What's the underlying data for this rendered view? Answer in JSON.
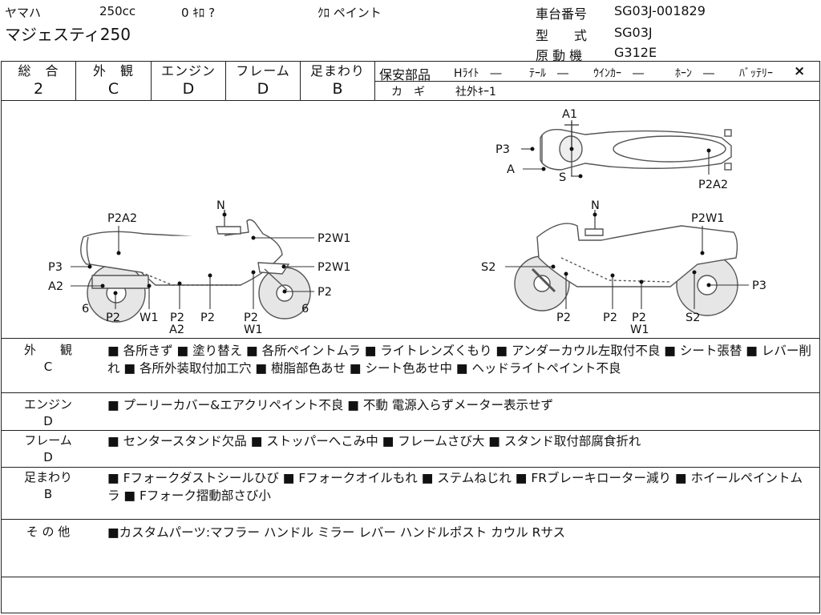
{
  "header": {
    "maker": "ヤマハ",
    "cc": "250cc",
    "mileage": "0 ｷﾛ ?",
    "color": "ｸﾛ ペイント",
    "model": "マジェスティ250",
    "chassis_label": "車台番号",
    "chassis_value": "SG03J-001829",
    "type_label": "型　　式",
    "type_value": "SG03J",
    "engine_label": "原 動 機",
    "engine_value": "G312E"
  },
  "grades": [
    {
      "label": "総　合",
      "value": "2"
    },
    {
      "label": "外　観",
      "value": "C"
    },
    {
      "label": "エンジン",
      "value": "D"
    },
    {
      "label": "フレーム",
      "value": "D"
    },
    {
      "label": "足まわり",
      "value": "B"
    }
  ],
  "safety": {
    "title": "保安部品",
    "headlight": "Hﾗｲﾄ　―",
    "taillight": "ﾃｰﾙ　―",
    "winker": "ｳｲﾝｶｰ　―",
    "horn": "ﾎｰﾝ　―",
    "battery": "ﾊﾞｯﾃﾘｰ",
    "battery_mark": "×",
    "key_label": "カ　ギ",
    "key_value": "社外ｷｰ1"
  },
  "diagram": {
    "left": {
      "N": "N",
      "P2A2": "P2A2",
      "P3": "P3",
      "A2": "A2",
      "six1": "6",
      "six2": "6",
      "P2W1_a": "P2W1",
      "P2W1_b": "P2W1",
      "P2_right": "P2",
      "b1": "P2",
      "b2": "W1",
      "b3": "P2",
      "b3b": "A2",
      "b4": "P2",
      "b5": "P2",
      "b5b": "W1"
    },
    "right": {
      "N": "N",
      "P2W1": "P2W1",
      "S2": "S2",
      "P3": "P3",
      "b1": "P2",
      "b2": "P2",
      "b3": "P2",
      "b3b": "W1",
      "b4": "S2"
    },
    "top": {
      "A1": "A1",
      "P3": "P3",
      "A": "A",
      "S": "S",
      "P2A2": "P2A2"
    }
  },
  "sections": [
    {
      "label": "外　　観",
      "grade": "C",
      "text": "■ 各所きず ■ 塗り替え ■ 各所ペイントムラ ■ ライトレンズくもり ■ アンダーカウル左取付不良 ■ シート張替 ■ レバー削れ ■ 各所外装取付加工穴 ■ 樹脂部色あせ ■ シート色あせ中 ■ ヘッドライトペイント不良"
    },
    {
      "label": "エンジン",
      "grade": "D",
      "text": "■ プーリーカバー&エアクリペイント不良 ■ 不動 電源入らずメーター表示せず"
    },
    {
      "label": "フレーム",
      "grade": "D",
      "text": "■ センタースタンド欠品 ■ ストッパーへこみ中 ■ フレームさび大 ■ スタンド取付部腐食折れ"
    },
    {
      "label": "足まわり",
      "grade": "B",
      "text": "■ Fフォークダストシールひび ■ Fフォークオイルもれ ■ ステムねじれ ■ FRブレーキローター減り ■ ホイールペイントムラ ■ Fフォーク摺動部さび小"
    },
    {
      "label": "そ の 他",
      "grade": "",
      "text": "■カスタムパーツ:マフラー ハンドル ミラー レバー ハンドルポスト カウル Rサス"
    }
  ]
}
